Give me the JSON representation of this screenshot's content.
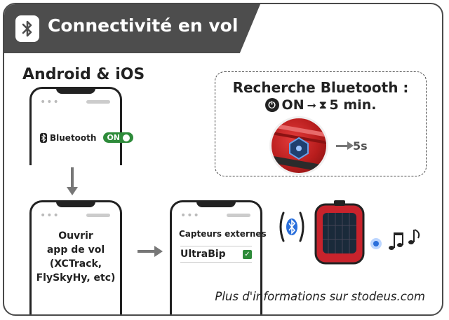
{
  "header": {
    "title": "Connectivité en vol",
    "icon": "bluetooth-icon"
  },
  "platform": {
    "title": "Android & iOS"
  },
  "phone1": {
    "bluetooth_label": "Bluetooth",
    "toggle_label": "ON"
  },
  "phone2": {
    "text_lines": [
      "Ouvrir",
      "app de vol",
      "(XCTrack,",
      "FlySkyHy, etc)"
    ]
  },
  "phone3": {
    "section_title": "Capteurs externes",
    "sensor_name": "UltraBip",
    "sensor_checked": true
  },
  "search": {
    "title": "Recherche Bluetooth :",
    "on_label": "ON",
    "duration_label": "5 min.",
    "press_duration": "5s"
  },
  "footer": {
    "text": "Plus d'informations sur stodeus.com"
  },
  "colors": {
    "banner": "#4d4d4d",
    "toggle_green": "#2e8b3a",
    "device_red": "#c8232c",
    "bluetooth_blue": "#2a6fdb"
  }
}
